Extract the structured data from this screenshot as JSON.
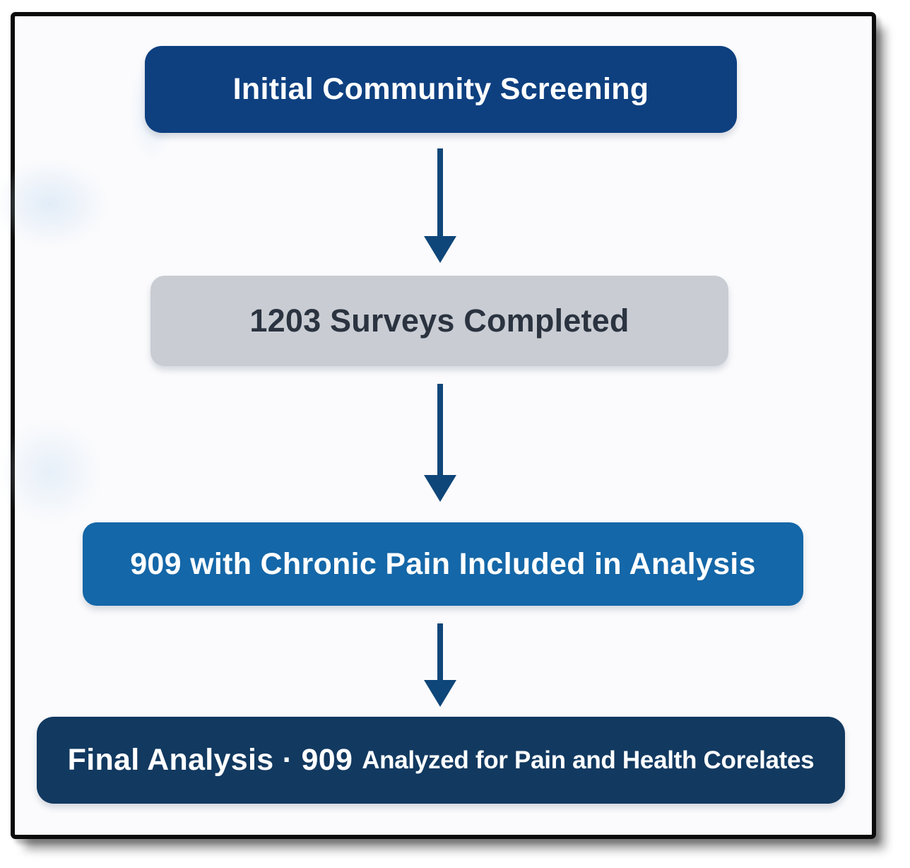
{
  "frame": {
    "border_color": "#0b0b0b",
    "background": "#fbfbfd"
  },
  "colors": {
    "arrow": "#0f4679",
    "node_dark_blue": "#0e4080",
    "node_gray": "#c9cdd3",
    "node_medium_blue": "#1467a8",
    "node_navy": "#123960"
  },
  "diagram": {
    "type": "flowchart",
    "direction": "top-down",
    "nodes": [
      {
        "id": "initial-community-screening",
        "label": "Initial Community Screening",
        "bg": "#0e4080",
        "text_color": "#ffffff"
      },
      {
        "id": "surveys-completed",
        "label": "1203 Surveys Completed",
        "bg": "#c9cdd3",
        "text_color": "#2b3340"
      },
      {
        "id": "chronic-pain-included",
        "label": "909 with Chronic Pain Included in Analysis",
        "bg": "#1467a8",
        "text_color": "#ffffff"
      },
      {
        "id": "final-analysis",
        "label_primary": "Final Analysis · 909",
        "label_secondary": "Analyzed for Pain and Health Corelates",
        "bg": "#123960",
        "text_color": "#ffffff"
      }
    ],
    "arrows": [
      {
        "from": "initial-community-screening",
        "to": "surveys-completed"
      },
      {
        "from": "surveys-completed",
        "to": "chronic-pain-included"
      },
      {
        "from": "chronic-pain-included",
        "to": "final-analysis"
      }
    ]
  }
}
